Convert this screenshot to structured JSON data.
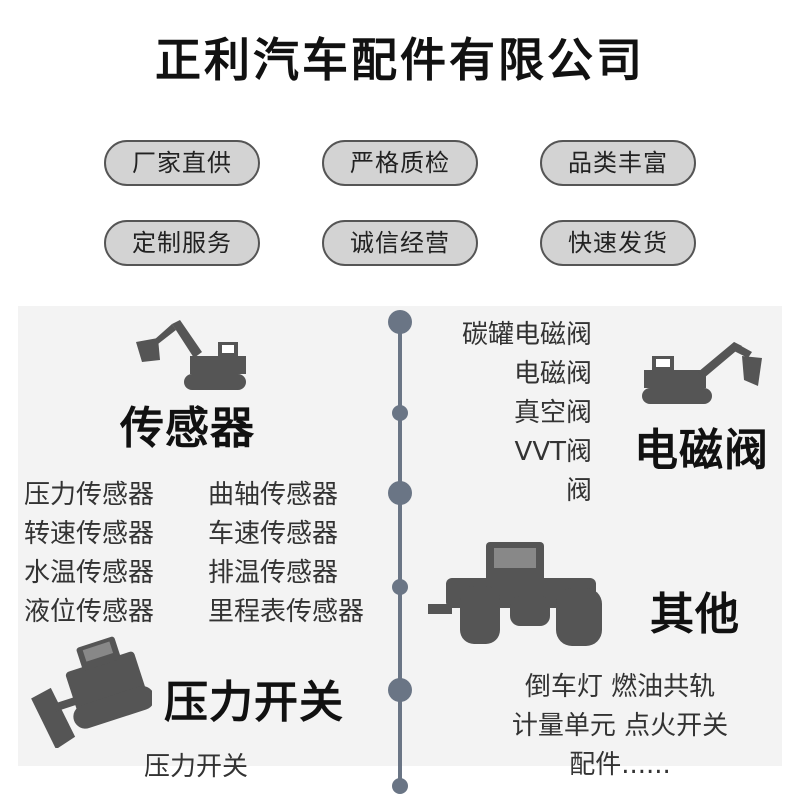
{
  "title": "正利汽车配件有限公司",
  "badges": [
    "厂家直供",
    "严格质检",
    "品类丰富",
    "定制服务",
    "诚信经营",
    "快速发货"
  ],
  "categories": {
    "sensor": {
      "title": "传感器",
      "items_left": [
        "压力传感器",
        "转速传感器",
        "水温传感器",
        "液位传感器"
      ],
      "items_right": [
        "曲轴传感器",
        "车速传感器",
        "排温传感器",
        "里程表传感器"
      ],
      "icon": "excavator-icon"
    },
    "valve": {
      "title": "电磁阀",
      "items": [
        "碳罐电磁阀",
        "电磁阀",
        "真空阀",
        "VVT阀",
        "阀"
      ],
      "icon": "excavator-icon"
    },
    "other": {
      "title": "其他",
      "items": [
        "倒车灯 燃油共轨",
        "计量单元 点火开关",
        "配件......"
      ],
      "icon": "tractor-icon"
    },
    "switch": {
      "title": "压力开关",
      "items": [
        "压力开关"
      ],
      "icon": "bulldozer-icon"
    }
  },
  "colors": {
    "badge_bg": "#d3d3d3",
    "panel_bg": "#f3f3f3",
    "timeline": "#6a7585",
    "icon": "#555555"
  }
}
